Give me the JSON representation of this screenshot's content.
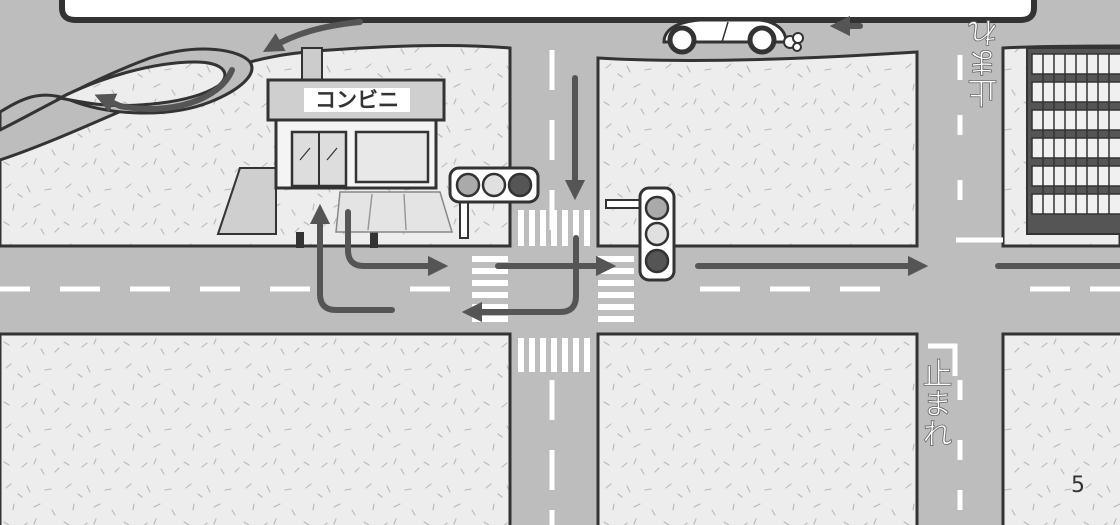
{
  "store": {
    "sign": "コンビニ"
  },
  "road_markings": {
    "stop_top": "止まれ",
    "stop_bottom": "止まれ"
  },
  "page": {
    "number": "5"
  },
  "colors": {
    "road": "#bdbdbd",
    "block": "#ececec",
    "arrow": "#555555",
    "outline": "#333333",
    "light_red": "#555555",
    "light_off": "#aaaaaa"
  },
  "icons": [
    "traffic-light-icon",
    "car-icon",
    "exhaust-puff-icon",
    "building-icon",
    "store-icon"
  ]
}
